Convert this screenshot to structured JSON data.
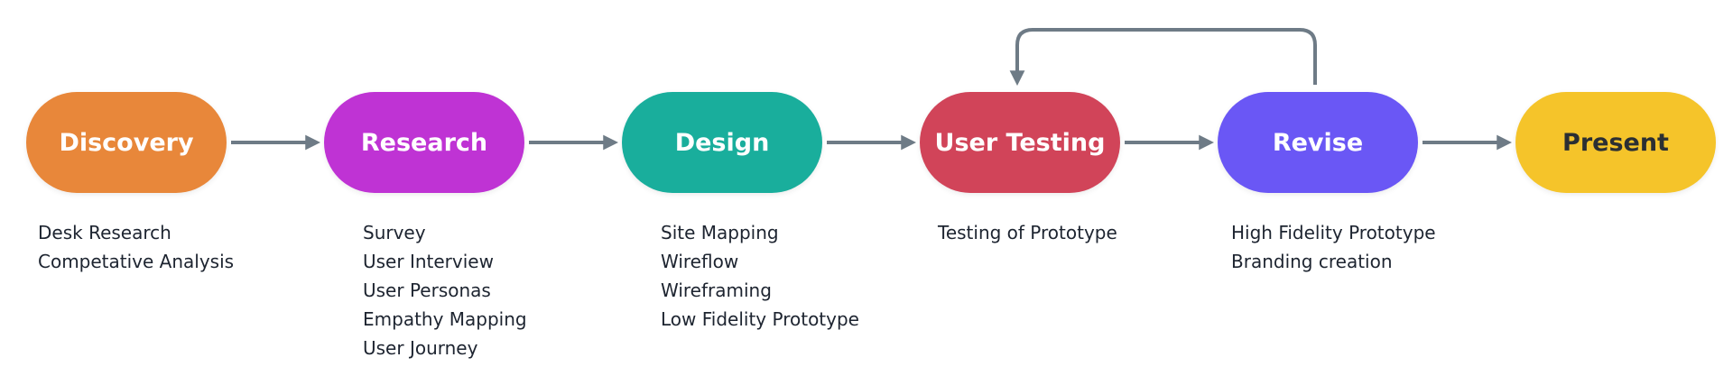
{
  "colors": {
    "connector": "#6e7b86",
    "text": "#1d2430"
  },
  "stages": [
    {
      "id": "discovery",
      "label": "Discovery",
      "color": "#E8873A",
      "tasks": [
        "Desk Research",
        "Competative Analysis"
      ]
    },
    {
      "id": "research",
      "label": "Research",
      "color": "#BF33D4",
      "tasks": [
        "Survey",
        "User Interview",
        "User Personas",
        "Empathy Mapping",
        "User Journey"
      ]
    },
    {
      "id": "design",
      "label": "Design",
      "color": "#19AE9C",
      "tasks": [
        "Site Mapping",
        "Wireflow",
        "Wireframing",
        "Low Fidelity Prototype"
      ]
    },
    {
      "id": "user-testing",
      "label": "User Testing",
      "color": "#D14459",
      "tasks": [
        "Testing of Prototype"
      ]
    },
    {
      "id": "revise",
      "label": "Revise",
      "color": "#6A57F5",
      "tasks": [
        "High Fidelity Prototype",
        "Branding creation"
      ]
    },
    {
      "id": "present",
      "label": "Present",
      "color": "#F5C42A",
      "tasks": []
    }
  ],
  "loop": {
    "from": "revise",
    "to": "user-testing"
  }
}
